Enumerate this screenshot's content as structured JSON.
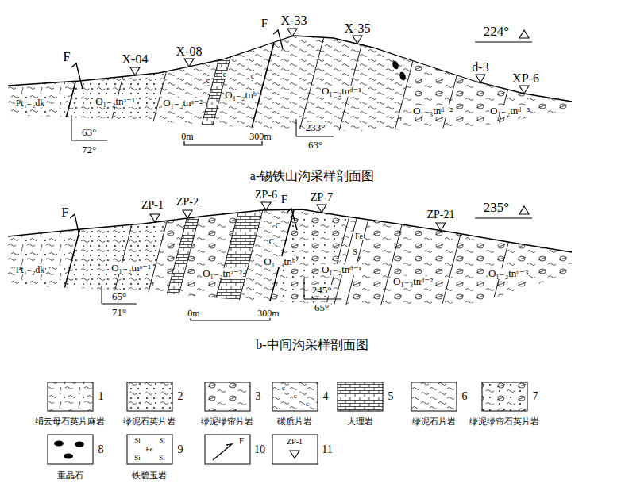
{
  "diagram": {
    "labels": [
      "F",
      "X-04",
      "X-08",
      "F",
      "X-33",
      "X-35",
      "224°",
      "d-3",
      "XP-6",
      "Pt₁₋₂dk",
      "O₁₋₂tnᵃ⁻¹",
      "O₁₋₂tnᵃ⁻²",
      "O₁₋₂tnᵇ",
      "O₁₋₂tnᵈ⁻¹",
      "O₁₋₃tnᵈ⁻²",
      "O₁₋₂tnᵈ⁻³",
      "63°",
      "72°",
      "233°",
      "63°",
      "0m",
      "300m",
      "a-锡铁山沟采样剖面图",
      "c",
      "c",
      "c",
      "F",
      "ZP-1",
      "ZP-2",
      "ZP-6",
      "F",
      "ZP-7",
      "ZP-21",
      "235°",
      "Pt₁₋₂dk",
      "O₁₋₂tnᵃ⁻¹",
      "O₁₋₂tnᵃ⁻²",
      "O₁₋₃tnᵇ",
      "O₁₋₂tnᵈ⁻¹",
      "O₁₋₃tnᵈ⁻²",
      "O₁₋₂tnᵈ⁻³",
      "65°",
      "71°",
      "245°",
      "65°",
      "0m",
      "300m",
      "b-中间沟采样剖面图",
      "Fe",
      "S",
      "C",
      "C",
      "1",
      "2",
      "3",
      "4",
      "5",
      "6",
      "7",
      "8",
      "9",
      "10",
      "11",
      "c",
      "c",
      "c",
      "Si",
      "Si",
      "Fe",
      "Si",
      "Si",
      "F",
      "ZP-1"
    ],
    "legend": [
      {
        "text": "绢云母石英片麻岩"
      },
      {
        "text": "绿泥石英片岩"
      },
      {
        "text": "绿泥绿帘片岩"
      },
      {
        "text": "碳质片岩"
      },
      {
        "text": "大理岩"
      },
      {
        "text": "绿泥石片岩"
      },
      {
        "text": "绿泥绿帘石英片岩"
      },
      {
        "text": "重晶石"
      },
      {
        "text": "铁碧玉岩"
      }
    ]
  }
}
